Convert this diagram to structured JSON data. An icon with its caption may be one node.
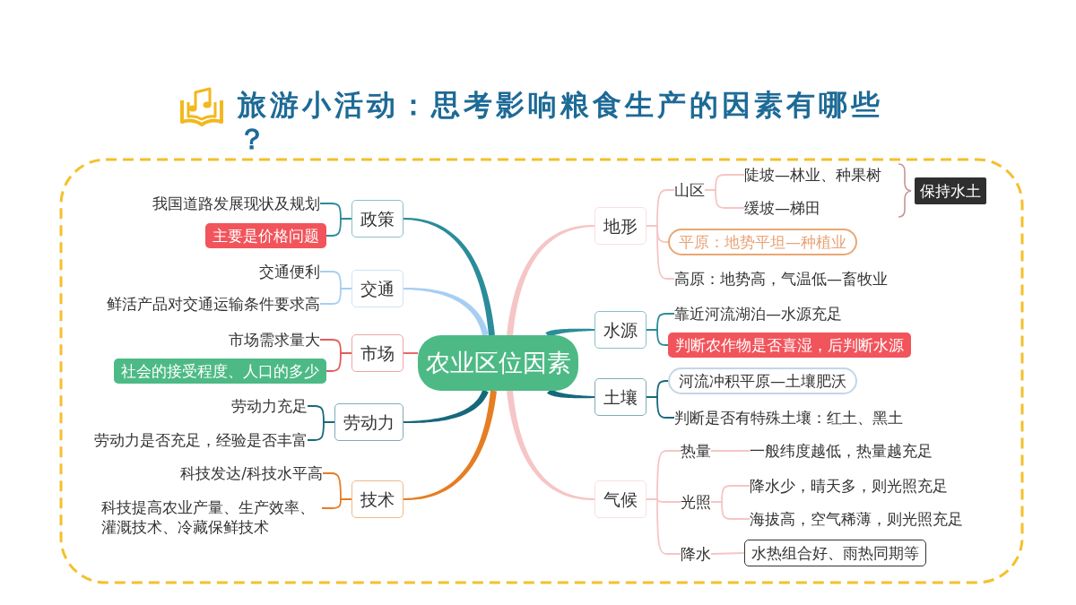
{
  "diagram": {
    "title": "旅游小活动：思考影响粮食生产的因素有哪些？",
    "nodes": [
      {
        "text": [
          "农业区位因素"
        ]
      },
      {
        "text": [
          "政策"
        ]
      },
      {
        "text": [
          "我国道路发展现状及规划"
        ]
      },
      {
        "text": [
          "主要是价格问题"
        ]
      },
      {
        "text": [
          "交通"
        ]
      },
      {
        "text": [
          "交通便利"
        ]
      },
      {
        "text": [
          "鲜活产品对交通运输条件要求高"
        ]
      },
      {
        "text": [
          "市场"
        ]
      },
      {
        "text": [
          "市场需求量大"
        ]
      },
      {
        "text": [
          "社会的接受程度、人口的多少"
        ]
      },
      {
        "text": [
          "劳动力"
        ]
      },
      {
        "text": [
          "劳动力充足"
        ]
      },
      {
        "text": [
          "劳动力是否充足，经验是否丰富"
        ]
      },
      {
        "text": [
          "技术"
        ]
      },
      {
        "text": [
          "科技发达/科技水平高"
        ]
      },
      {
        "text": [
          "科技提高农业产量、生产效率、灌溉技术、冷藏保鲜技术"
        ]
      },
      {
        "text": [
          "地形"
        ]
      },
      {
        "text": [
          "山区"
        ]
      },
      {
        "text": [
          "陡坡—林业、种果树"
        ]
      },
      {
        "text": [
          "缓坡—梯田"
        ]
      },
      {
        "text": [
          "保持水土"
        ]
      },
      {
        "text": [
          "平原：地势平坦—种植业"
        ]
      },
      {
        "text": [
          "高原：地势高，气温低—畜牧业"
        ]
      },
      {
        "text": [
          "水源"
        ]
      },
      {
        "text": [
          "靠近河流湖泊—水源充足"
        ]
      },
      {
        "text": [
          "判断农作物是否喜湿，后判断水源"
        ]
      },
      {
        "text": [
          "土壤"
        ]
      },
      {
        "text": [
          "河流冲积平原—土壤肥沃"
        ]
      },
      {
        "text": [
          "判断是否有特殊土壤：红土、黑土"
        ]
      },
      {
        "text": [
          "气候"
        ]
      },
      {
        "text": [
          "热量"
        ]
      },
      {
        "text": [
          "一般纬度越低，热量越充足"
        ]
      },
      {
        "text": [
          "光照"
        ]
      },
      {
        "text": [
          "降水少，晴天多，则光照充足"
        ]
      },
      {
        "text": [
          "海拔高，空气稀薄，则光照充足"
        ]
      },
      {
        "text": [
          "降水"
        ]
      },
      {
        "text": [
          "水热组合好、雨热同期等"
        ]
      }
    ],
    "edges": [
      {
        "from": 0,
        "to": 1,
        "arrow": "none",
        "style": "thick",
        "color": "#2b8c9a"
      },
      {
        "from": 1,
        "to": 2,
        "arrow": "none",
        "color": "#2b8c9a"
      },
      {
        "from": 1,
        "to": 3,
        "arrow": "none",
        "color": "#2b8c9a"
      },
      {
        "from": 0,
        "to": 4,
        "arrow": "none",
        "style": "thick",
        "color": "#a6cef3"
      },
      {
        "from": 4,
        "to": 5,
        "arrow": "none",
        "color": "#a6cef3"
      },
      {
        "from": 4,
        "to": 6,
        "arrow": "none",
        "color": "#a6cef3"
      },
      {
        "from": 0,
        "to": 7,
        "arrow": "none",
        "color": "#e15b5b"
      },
      {
        "from": 7,
        "to": 8,
        "arrow": "none",
        "color": "#e15b5b"
      },
      {
        "from": 7,
        "to": 9,
        "arrow": "none",
        "color": "#e15b5b"
      },
      {
        "from": 0,
        "to": 10,
        "arrow": "none",
        "style": "thick",
        "color": "#17687b"
      },
      {
        "from": 10,
        "to": 11,
        "arrow": "none",
        "color": "#17687b"
      },
      {
        "from": 10,
        "to": 12,
        "arrow": "none",
        "color": "#17687b"
      },
      {
        "from": 0,
        "to": 13,
        "arrow": "none",
        "style": "thick",
        "color": "#e67d22"
      },
      {
        "from": 13,
        "to": 14,
        "arrow": "none",
        "color": "#e67d22"
      },
      {
        "from": 13,
        "to": 15,
        "arrow": "none",
        "color": "#e67d22"
      },
      {
        "from": 0,
        "to": 16,
        "arrow": "none",
        "style": "thick"
      },
      {
        "from": 16,
        "to": 17,
        "arrow": "none"
      },
      {
        "from": 17,
        "to": 18,
        "arrow": "none"
      },
      {
        "from": 17,
        "to": 19,
        "arrow": "none"
      },
      {
        "from": 16,
        "to": 21,
        "arrow": "none"
      },
      {
        "from": 16,
        "to": 22,
        "arrow": "none"
      },
      {
        "from": 0,
        "to": 23,
        "arrow": "none",
        "style": "thick",
        "color": "#2b8c9a"
      },
      {
        "from": 23,
        "to": 24,
        "arrow": "none",
        "color": "#2b8c9a"
      },
      {
        "from": 23,
        "to": 25,
        "arrow": "none",
        "color": "#2b8c9a"
      },
      {
        "from": 0,
        "to": 26,
        "arrow": "none",
        "style": "thick",
        "color": "#17687b"
      },
      {
        "from": 26,
        "to": 27,
        "arrow": "none",
        "color": "#17687b"
      },
      {
        "from": 26,
        "to": 28,
        "arrow": "none",
        "color": "#17687b"
      },
      {
        "from": 0,
        "to": 29,
        "arrow": "none",
        "style": "thick"
      },
      {
        "from": 29,
        "to": 30,
        "arrow": "none"
      },
      {
        "from": 29,
        "to": 32,
        "arrow": "none"
      },
      {
        "from": 29,
        "to": 35,
        "arrow": "none"
      },
      {
        "from": 30,
        "to": 31,
        "arrow": "none"
      },
      {
        "from": 32,
        "to": 33,
        "arrow": "none"
      },
      {
        "from": 32,
        "to": 34,
        "arrow": "none"
      },
      {
        "from": 35,
        "to": 36,
        "arrow": "none"
      }
    ]
  }
}
